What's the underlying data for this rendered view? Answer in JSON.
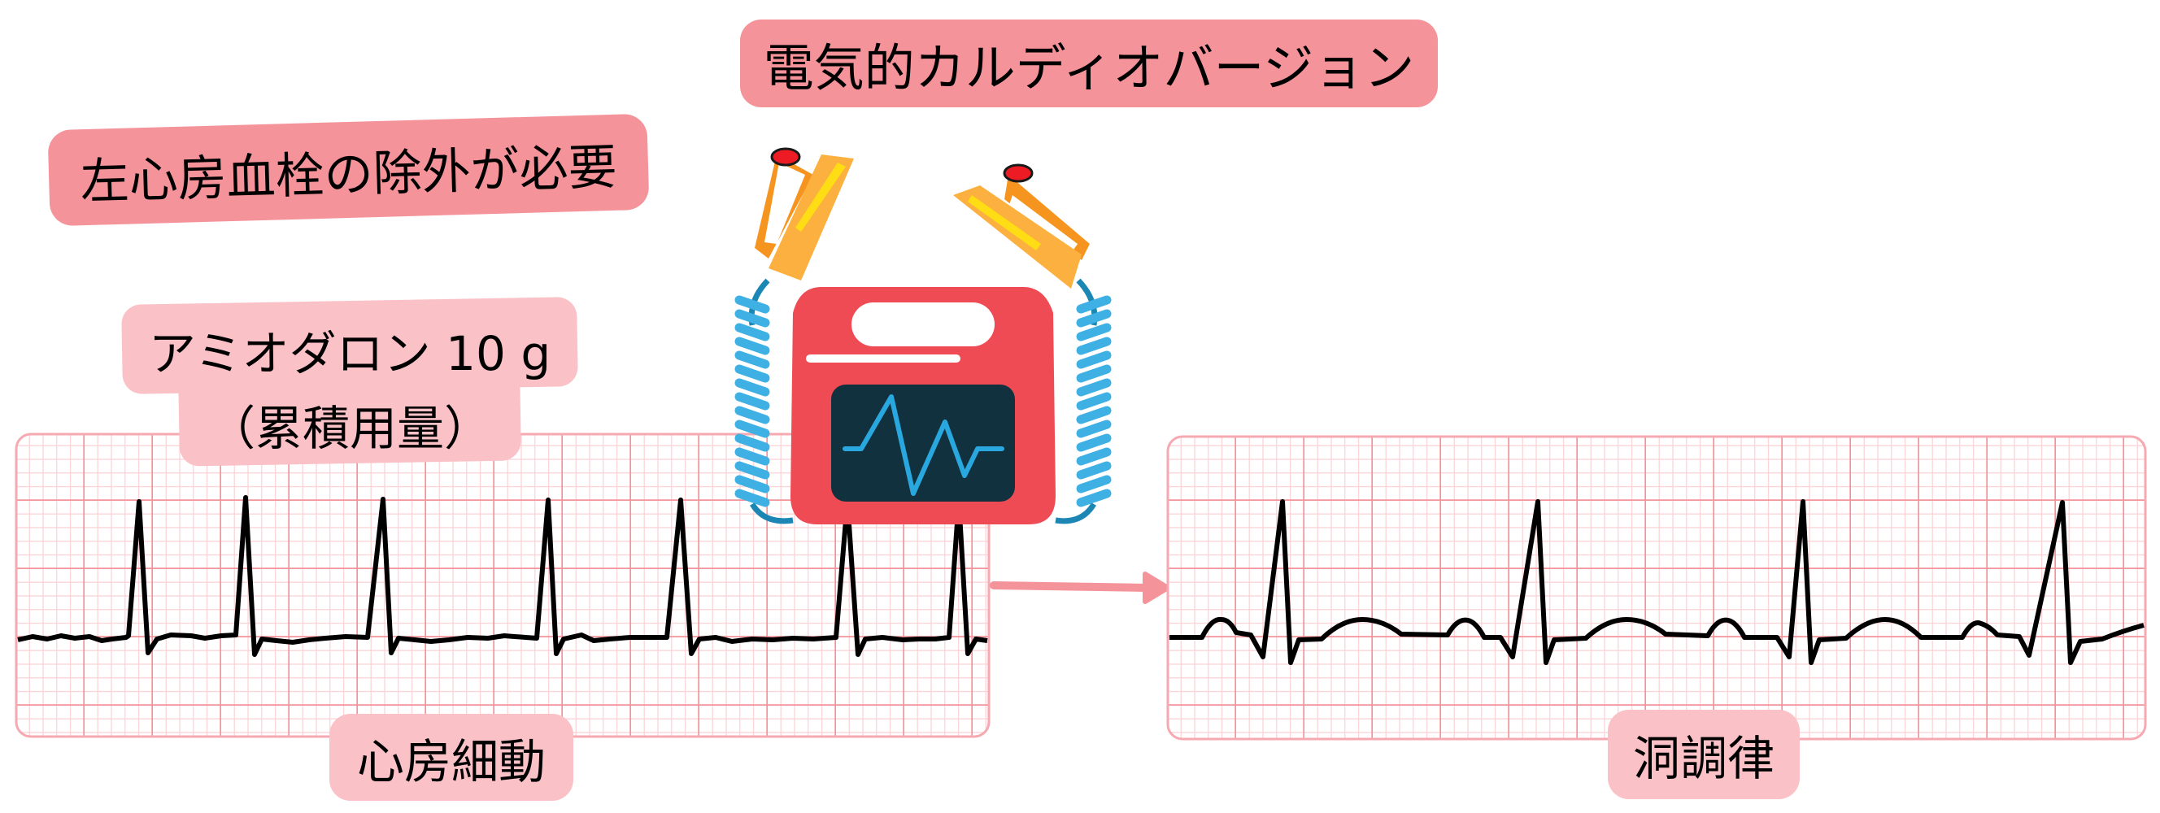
{
  "labels": {
    "title": "電気的カルディオバージョン",
    "requirement": "左心房血栓の除外が必要",
    "amiodarone_line1": "アミオダロン 10 g",
    "amiodarone_line2": "（累積用量）",
    "before_rhythm": "心房細動",
    "after_rhythm": "洞調律"
  },
  "icons": {
    "defibrillator": "defibrillator-icon",
    "paddle_left": "defibrillator-paddle-icon",
    "paddle_right": "defibrillator-paddle-icon",
    "screen_waveform": "ecg-waveform-icon",
    "arrow": "right-arrow-icon"
  },
  "colors": {
    "title_box": "#f4939a",
    "soft_box": "#fac1c7",
    "ecg_grid_major": "#f4939a",
    "ecg_grid_minor": "#fbd0d4",
    "ecg_trace": "#000000",
    "defib_body": "#ef4b55",
    "defib_screen": "#11313f",
    "screen_trace": "#29a8e0",
    "cable": "#3fb0e4",
    "paddle_handle": "#f5951f",
    "paddle_body": "#fbb040",
    "paddle_stripe": "#ffdd15",
    "paddle_button": "#ed1c24",
    "arrow": "#f4939a"
  },
  "ecg_panels": [
    {
      "id": "before",
      "rhythm": "心房細動",
      "r_peaks_x": [
        171,
        302,
        471,
        674,
        837,
        1042,
        1179
      ]
    },
    {
      "id": "after",
      "rhythm": "洞調律",
      "r_peaks_x": [
        1577,
        1891,
        2217,
        2536
      ]
    }
  ]
}
